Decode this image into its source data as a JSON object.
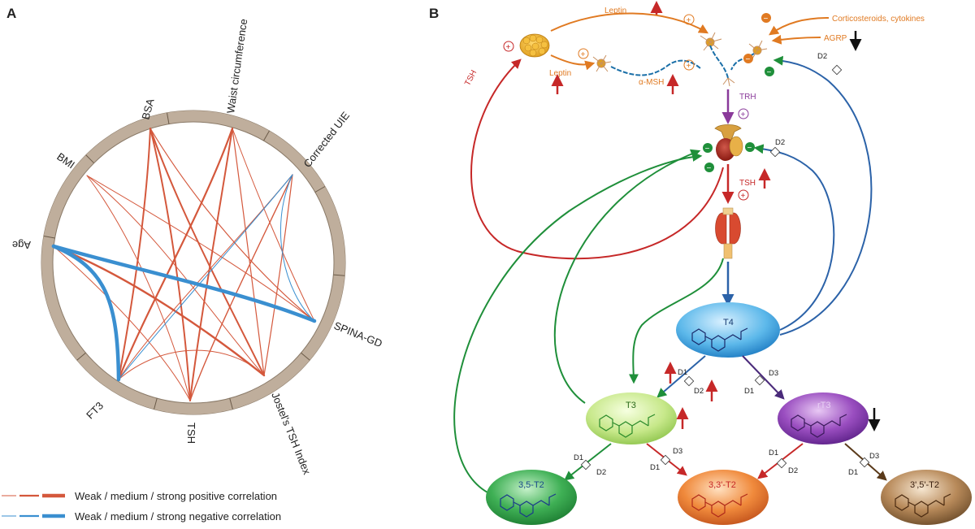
{
  "panel_a": {
    "letter": "A",
    "segments": [
      "Age",
      "BMI",
      "BSA",
      "Waist circumference",
      "Corrected UIE",
      "SPINA-GD",
      "Jostel's TSH Index",
      "TSH",
      "FT3"
    ],
    "legend": {
      "positive": "Weak / medium / strong positive correlation",
      "negative": "Weak / medium / strong negative correlation"
    }
  },
  "panel_b": {
    "letter": "B",
    "labels": {
      "leptin_top": "Leptin",
      "leptin_low": "Leptin",
      "amsh": "α-MSH",
      "corticosteroids": "Corticosteroids, cytokines",
      "agrp": "AGRP",
      "trh": "TRH",
      "tsh_pit": "TSH",
      "tsh_left": "TSH"
    },
    "hormones": {
      "t4": "T4",
      "t3": "T3",
      "rt3": "rT3",
      "t2_35": "3,5-T2",
      "t2_33": "3,3'-T2",
      "t2_3p5p": "3',5'-T2"
    },
    "enzymes": {
      "d2_hypo": "D2",
      "d2_pit": "D2",
      "t4_t3_d1": "D1",
      "t4_t3_d2": "D2",
      "t4_rt3_d3": "D3",
      "t4_rt3_d1": "D1",
      "t3_t2a_d1": "D1",
      "t3_t2a_d2": "D2",
      "t3_t2b_d3": "D3",
      "t3_t2b_d1": "D1",
      "rt3_t2b_d1": "D1",
      "rt3_t2b_d2": "D2",
      "rt3_t2c_d3": "D3",
      "rt3_t2c_d1": "D1"
    },
    "colors": {
      "positive": "#d4583c",
      "negative": "#3a8fd0",
      "ring": "#bfae9c",
      "orange": "#e07a22",
      "red": "#c62828",
      "blue": "#2b62a8",
      "green": "#1f8f3a",
      "purple": "#8a3a9a"
    }
  }
}
